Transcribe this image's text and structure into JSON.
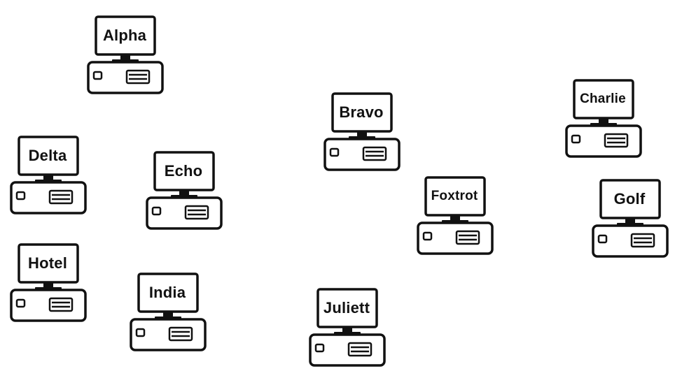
{
  "computers": [
    {
      "id": "alpha",
      "label": "Alpha"
    },
    {
      "id": "bravo",
      "label": "Bravo"
    },
    {
      "id": "charlie",
      "label": "Charlie"
    },
    {
      "id": "delta",
      "label": "Delta"
    },
    {
      "id": "echo",
      "label": "Echo"
    },
    {
      "id": "foxtrot",
      "label": "Foxtrot"
    },
    {
      "id": "golf",
      "label": "Golf"
    },
    {
      "id": "hotel",
      "label": "Hotel"
    },
    {
      "id": "india",
      "label": "India"
    },
    {
      "id": "juliett",
      "label": "Juliett"
    }
  ],
  "icon": "desktop-computer-icon",
  "colors": {
    "stroke": "#111111",
    "background": "#ffffff"
  }
}
